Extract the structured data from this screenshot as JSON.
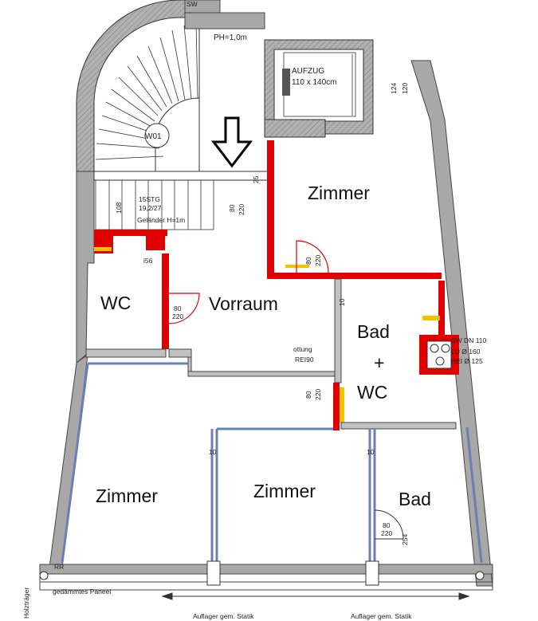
{
  "rooms": {
    "zimmer_top": "Zimmer",
    "wc": "WC",
    "vorraum": "Vorraum",
    "bad_wc_1": "Bad",
    "bad_wc_2": "+",
    "bad_wc_3": "WC",
    "zimmer_left": "Zimmer",
    "zimmer_mid": "Zimmer",
    "bad": "Bad"
  },
  "labels": {
    "ph": "PH=1,0m",
    "aufzug_1": "AUFZUG",
    "aufzug_2": "110 x 140cm",
    "w01": "W01",
    "stg": "15STG",
    "stg_dim": "19,2/27",
    "gelaender": "Geländer H=1m",
    "d108": "108",
    "i56": "i56",
    "d124": "124",
    "d120": "120",
    "d10": "10",
    "sw": "SW",
    "swdn": "SW DN 110",
    "lu": "LÜ Ø 160",
    "hei": "HEI Ø 125",
    "rei": "REI90",
    "kottung": "ottung",
    "rr": "RR",
    "panel": "gedämmtes Paneel",
    "auflager_1": "Auflager gem. Statik",
    "auflager_2": "Auflager gem. Statik",
    "holz": "Holzträger",
    "d25": "25",
    "d254": "254"
  },
  "doors": {
    "top_80": "80",
    "top_220": "220",
    "zim_80": "80",
    "zim_220": "220",
    "wc_80": "80",
    "wc_220": "220",
    "mid_80": "80",
    "mid_220": "220",
    "bad_80": "80",
    "bad_220": "220"
  },
  "colors": {
    "wall": "#a8a8a8",
    "new_wall": "#e00000",
    "partition": "#6a7fb3",
    "insulation": "#f2c200"
  }
}
